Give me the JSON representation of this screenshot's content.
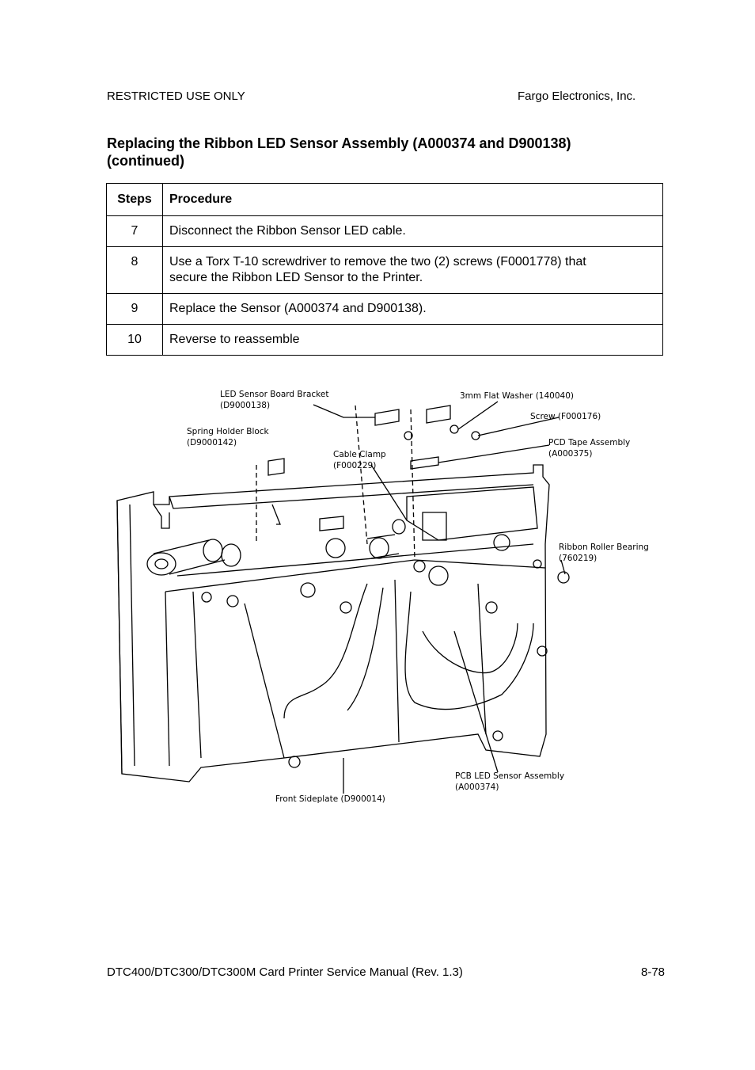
{
  "header": {
    "left": "RESTRICTED USE ONLY",
    "right": "Fargo Electronics, Inc."
  },
  "title_line1": "Replacing the Ribbon LED Sensor Assembly (A000374 and D900138)",
  "title_line2": "(continued)",
  "table": {
    "headers": [
      "Steps",
      "Procedure"
    ],
    "rows": [
      {
        "step": "7",
        "procedure": "Disconnect the Ribbon Sensor LED cable."
      },
      {
        "step": "8",
        "procedure_line1": "Use a Torx T-10 screwdriver to remove the two (2) screws (F0001778) that",
        "procedure_line2": "secure the Ribbon LED Sensor to the Printer."
      },
      {
        "step": "9",
        "procedure": "Replace the Sensor (A000374 and D900138)."
      },
      {
        "step": "10",
        "procedure": "Reverse to reassemble"
      }
    ]
  },
  "figure": {
    "labels": {
      "led_bracket_1": "LED Sensor Board Bracket",
      "led_bracket_2": "(D9000138)",
      "washer": "3mm Flat Washer (140040)",
      "screw": "Screw (F000176)",
      "pcd_tape_1": "PCD Tape Assembly",
      "pcd_tape_2": "(A000375)",
      "spring_1": "Spring Holder Block",
      "spring_2": "(D9000142)",
      "clamp_1": "Cable Clamp",
      "clamp_2": "(F000229)",
      "bearing_1": "Ribbon Roller Bearing",
      "bearing_2": "(760219)",
      "pcb_1": "PCB LED Sensor Assembly",
      "pcb_2": "(A000374)",
      "front": "Front Sideplate (D900014)"
    }
  },
  "footer": {
    "left": "DTC400/DTC300/DTC300M Card Printer Service Manual (Rev. 1.3)",
    "right": "8-78"
  }
}
